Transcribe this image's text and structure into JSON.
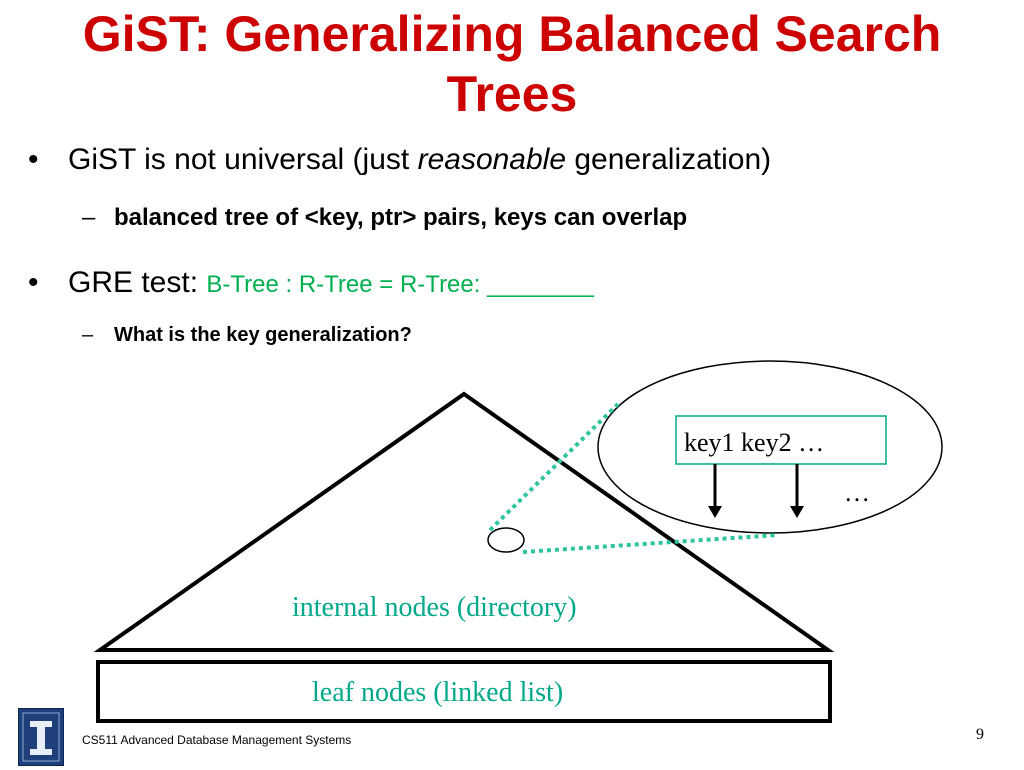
{
  "title": {
    "line1": "GiST: Generalizing Balanced Search",
    "line2": "Trees"
  },
  "bullets": [
    {
      "pre": "GiST is not universal (just ",
      "em": "reasonable",
      "post": " generalization)",
      "sub": "balanced tree of <key, ptr> pairs, keys can overlap"
    },
    {
      "pre": "GRE test: ",
      "green": "B-Tree : R-Tree = R-Tree:  ________",
      "sub": "What is the key generalization?"
    }
  ],
  "diagram": {
    "internal_label": "internal nodes (directory)",
    "leaf_label": "leaf nodes (linked list)",
    "node_keys": "key1  key2 …",
    "node_ellipsis": "…"
  },
  "footer": {
    "course": "CS511 Advanced Database Management Systems",
    "page": "9"
  },
  "colors": {
    "title": "#cc0000",
    "green_text": "#00b050",
    "diagram_teal": "#00a88a",
    "dotted_line": "#2ec4a0"
  }
}
